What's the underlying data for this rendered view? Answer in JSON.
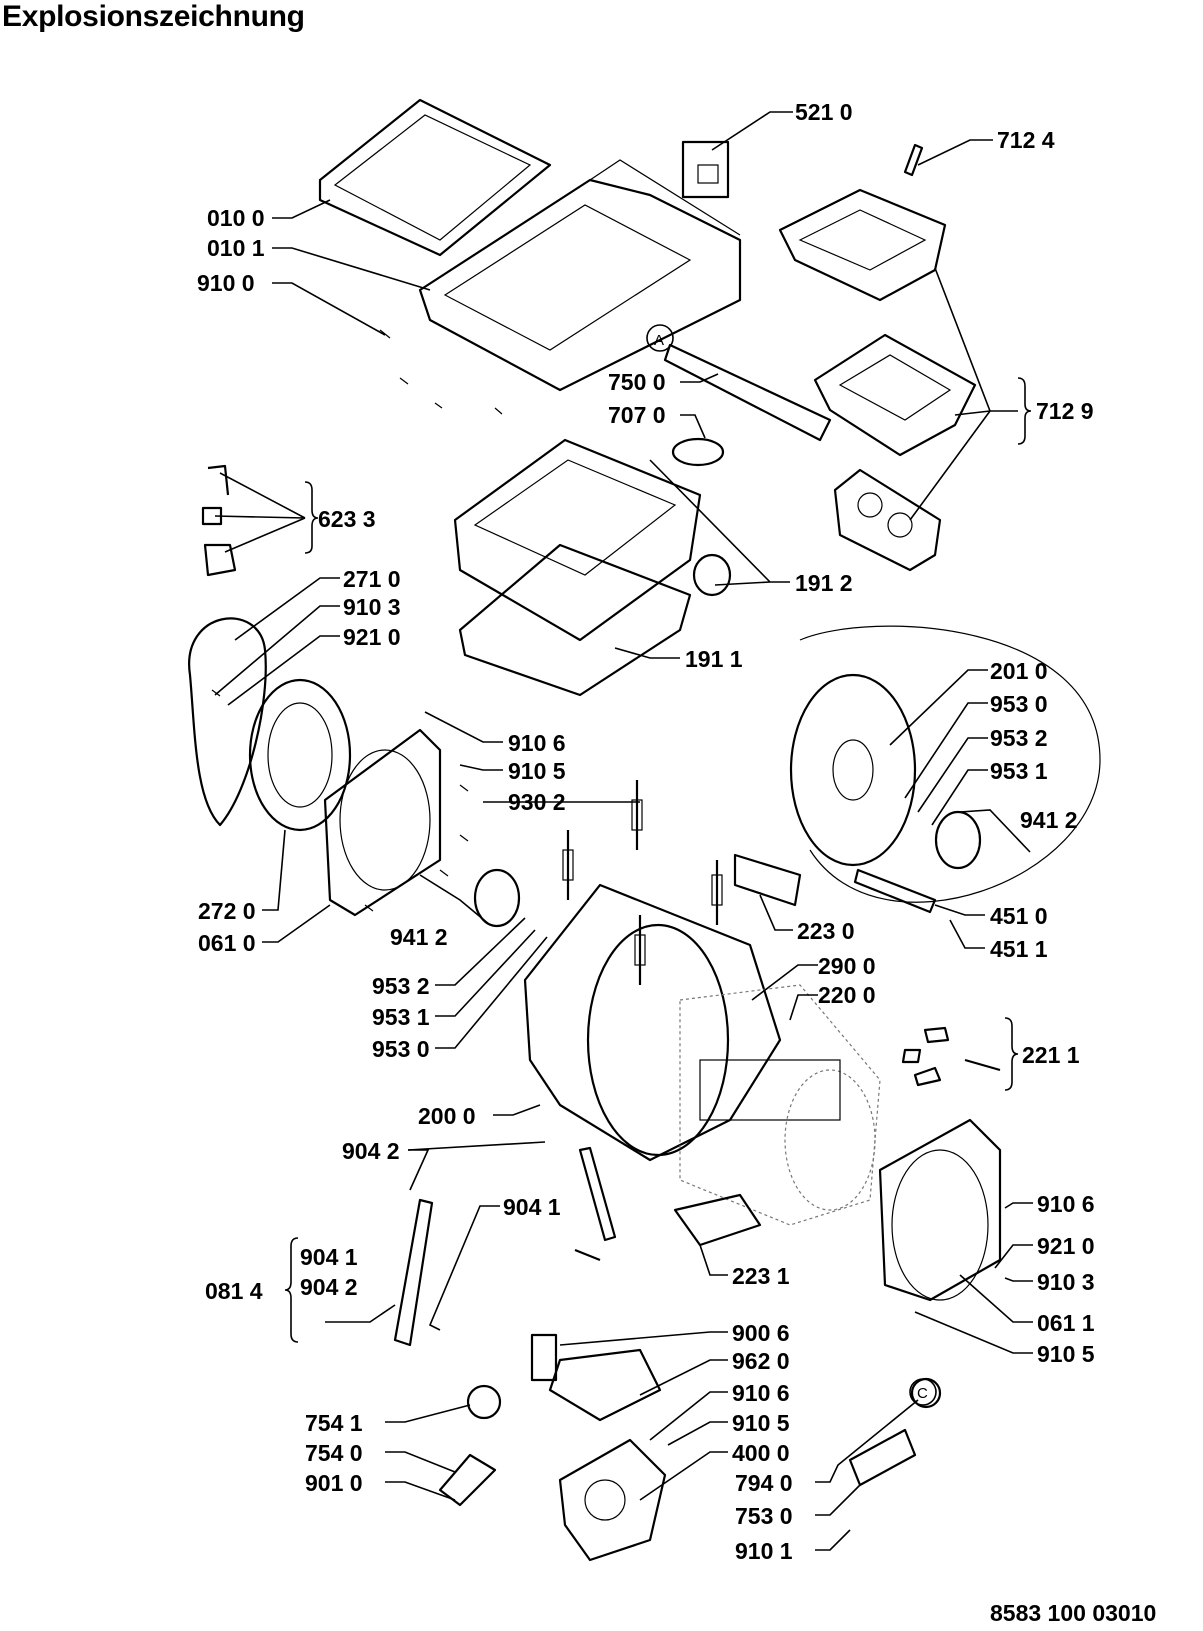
{
  "title": "Explosionszeichnung",
  "document_number": "8583 100 03010",
  "callout_letters": [
    "A",
    "C"
  ],
  "part_labels": [
    "521 0",
    "712 4",
    "010 0",
    "010 1",
    "910 0",
    "750 0",
    "707 0",
    "712 9",
    "623 3",
    "191 2",
    "271 0",
    "910 3",
    "921 0",
    "191 1",
    "201 0",
    "953 0",
    "953 2",
    "953 1",
    "941 2",
    "910 6",
    "910 5",
    "930 2",
    "223 0",
    "451 0",
    "451 1",
    "272 0",
    "061 0",
    "941 2",
    "953 2",
    "953 1",
    "953 0",
    "290 0",
    "220 0",
    "221 1",
    "200 0",
    "904 2",
    "904 1",
    "910 6",
    "921 0",
    "910 3",
    "904 1",
    "904 2",
    "081 4",
    "223 1",
    "061 1",
    "910 5",
    "900 6",
    "962 0",
    "910 6",
    "910 5",
    "400 0",
    "754 1",
    "754 0",
    "901 0",
    "794 0",
    "753 0",
    "910 1"
  ]
}
